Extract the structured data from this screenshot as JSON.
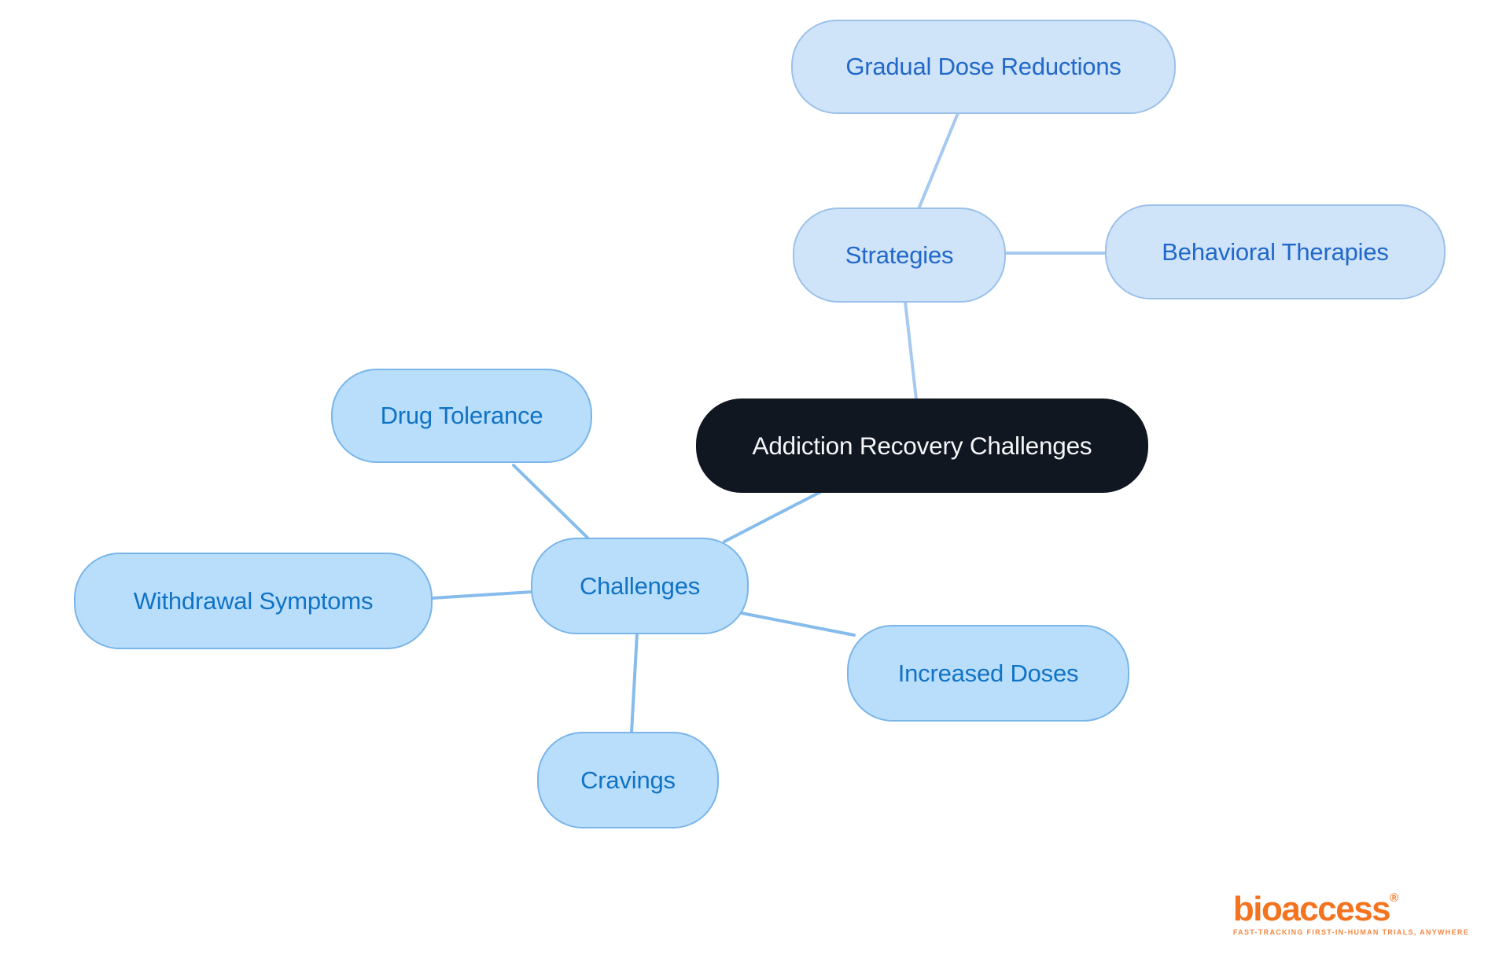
{
  "diagram": {
    "type": "mindmap",
    "nodes": {
      "central": {
        "label": "Addiction Recovery Challenges",
        "level": 0
      },
      "strategies": {
        "label": "Strategies",
        "level": 1,
        "branch": "strategies"
      },
      "gradual_dose": {
        "label": "Gradual Dose Reductions",
        "level": 2,
        "branch": "strategies"
      },
      "behavioral_therapies": {
        "label": "Behavioral Therapies",
        "level": 2,
        "branch": "strategies"
      },
      "challenges": {
        "label": "Challenges",
        "level": 1,
        "branch": "challenges"
      },
      "drug_tolerance": {
        "label": "Drug Tolerance",
        "level": 2,
        "branch": "challenges"
      },
      "withdrawal_symptoms": {
        "label": "Withdrawal Symptoms",
        "level": 2,
        "branch": "challenges"
      },
      "increased_doses": {
        "label": "Increased Doses",
        "level": 2,
        "branch": "challenges"
      },
      "cravings": {
        "label": "Cravings",
        "level": 2,
        "branch": "challenges"
      }
    },
    "edges": [
      {
        "source": "strategies",
        "target": "gradual_dose"
      },
      {
        "source": "strategies",
        "target": "behavioral_therapies"
      },
      {
        "source": "central",
        "target": "strategies"
      },
      {
        "source": "central",
        "target": "challenges"
      },
      {
        "source": "challenges",
        "target": "drug_tolerance"
      },
      {
        "source": "challenges",
        "target": "withdrawal_symptoms"
      },
      {
        "source": "challenges",
        "target": "increased_doses"
      },
      {
        "source": "challenges",
        "target": "cravings"
      }
    ]
  },
  "branding": {
    "wordmark": "bioaccess",
    "registered": "®",
    "tagline": "FAST-TRACKING FIRST-IN-HUMAN TRIALS, ANYWHERE"
  },
  "colors": {
    "background": "#ffffff",
    "central_fill": "#101721",
    "central_text": "#f4f6f8",
    "fill_a": "#cfe4f9",
    "border_a": "#9cc1e9",
    "text_a": "#2268c8",
    "edge_a": "#a5c9f0",
    "fill_b": "#b9defb",
    "border_b": "#79b5e9",
    "text_b": "#1173c5",
    "edge_b": "#86bcec",
    "logo_orange": "#f4731f",
    "logo_tagline": "#f58742"
  }
}
